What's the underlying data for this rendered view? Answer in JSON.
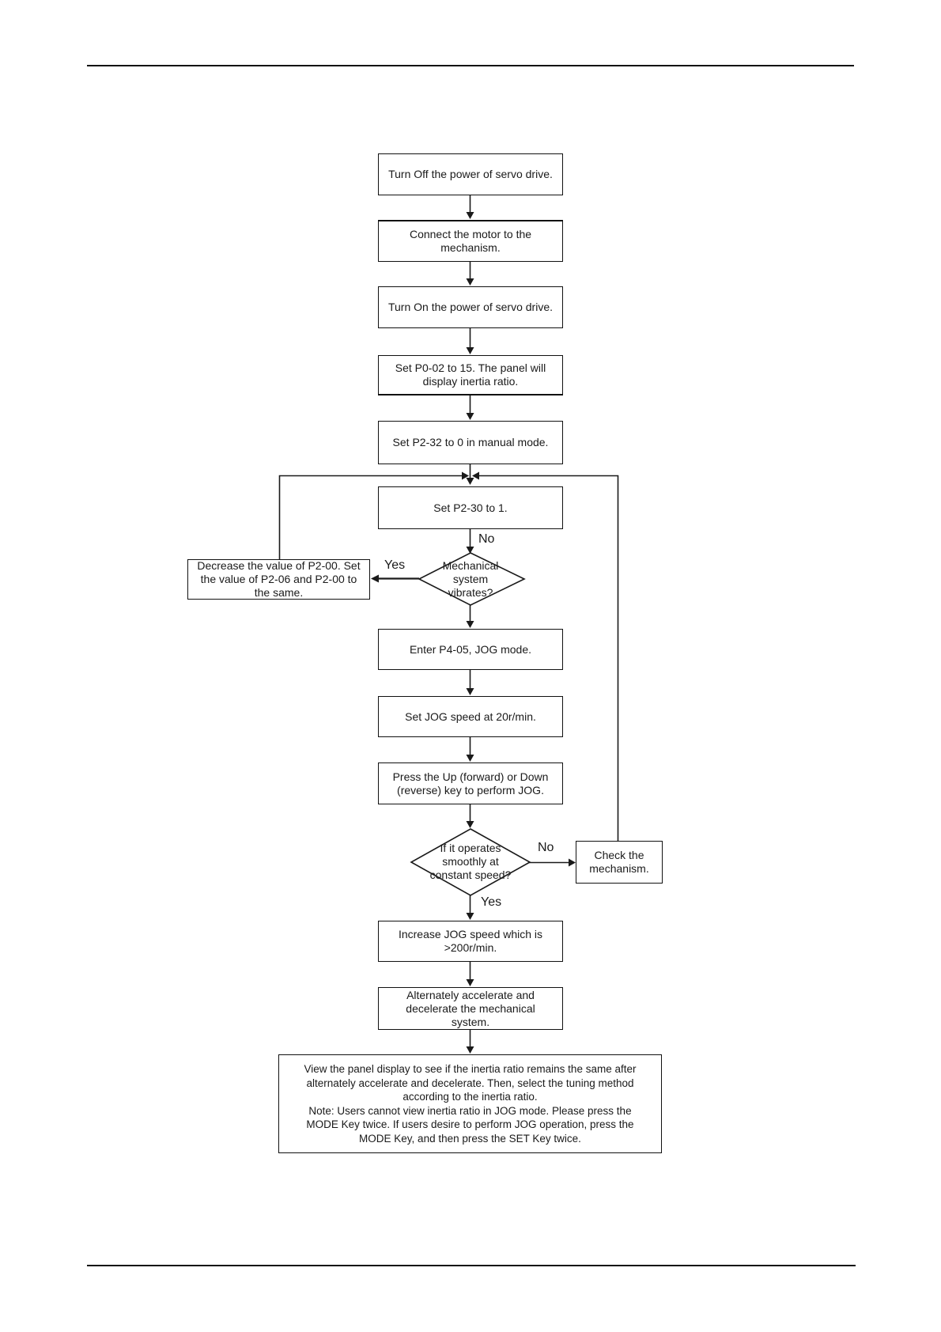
{
  "page": {
    "background": "#ffffff",
    "ink_color": "#1a1a1a"
  },
  "flowchart": {
    "node_turn_off": "Turn Off the power of servo drive.",
    "node_connect": "Connect the motor to the\nmechanism.",
    "node_turn_on": "Turn On the power of servo drive.",
    "node_p002": "Set P0-02 to 15. The panel will\ndisplay inertia ratio.",
    "node_p232": "Set P2-32 to 0 in manual mode.",
    "node_p230": "Set P2-30 to 1.",
    "node_decrease": "Decrease the value of P2-00. Set\nthe value of P2-06 and P2-00 to\nthe same.",
    "decision_vibrates": "Mechanical\nsystem\nvibrates?",
    "node_p405": "Enter P4-05, JOG mode.",
    "node_jog_speed": "Set JOG speed at 20r/min.",
    "node_press_keys": "Press the Up (forward) or Down\n(reverse) key to perform JOG.",
    "decision_smooth": "If it operates\nsmoothly at\nconstant speed?",
    "node_check": "Check the\nmechanism.",
    "node_increase": "Increase JOG speed which is\n>200r/min.",
    "node_alternate": "Alternately accelerate and\ndecelerate the mechanical\nsystem.",
    "node_view_panel": "View the panel display to see if the inertia ratio remains the same after\nalternately accelerate and decelerate. Then, select the tuning method\naccording to the inertia ratio.\nNote: Users cannot view inertia ratio in JOG mode. Please press the\nMODE Key twice. If users desire to perform JOG operation, press the\nMODE Key, and then press the SET Key twice.",
    "label_no_vibrates": "No",
    "label_yes_vibrates": "Yes",
    "label_no_smooth": "No",
    "label_yes_smooth": "Yes"
  }
}
